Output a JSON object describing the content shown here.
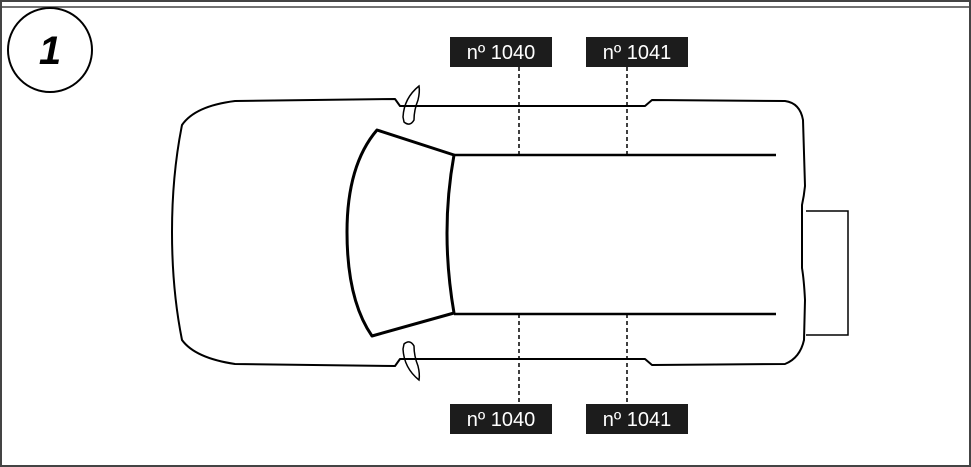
{
  "step": {
    "number": "1"
  },
  "tags": {
    "top_left": "nº 1040",
    "top_right": "nº 1041",
    "bottom_left": "nº 1040",
    "bottom_right": "nº 1041"
  }
}
